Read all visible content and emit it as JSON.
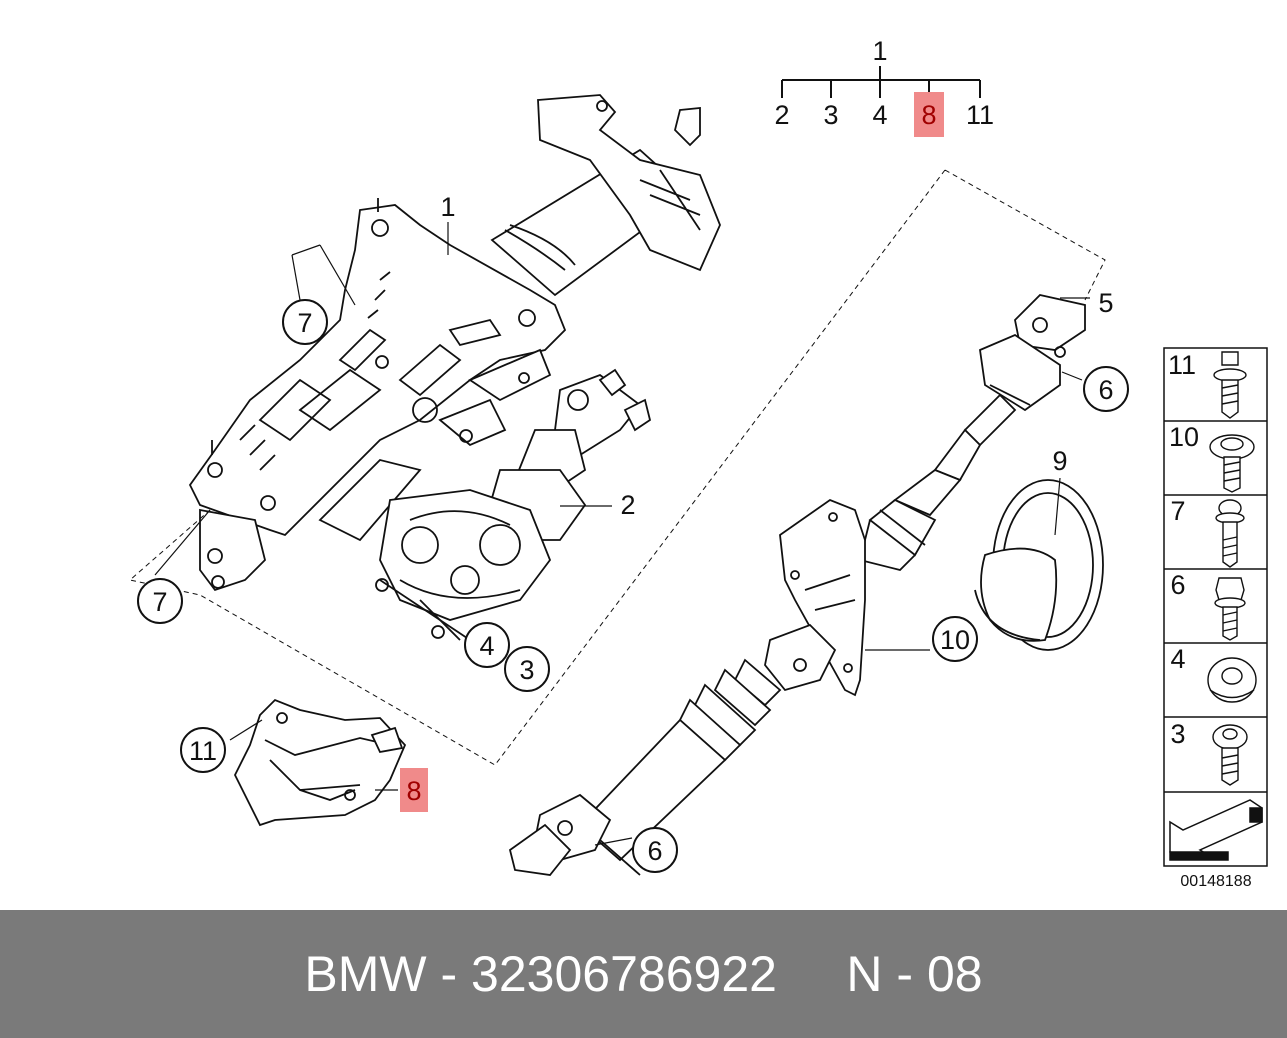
{
  "tree": {
    "root": "1",
    "children": [
      "2",
      "3",
      "4",
      "8",
      "11"
    ],
    "highlighted": "8"
  },
  "callouts": {
    "c1_main": "1",
    "c2": "2",
    "c3": "3",
    "c4": "4",
    "c5": "5",
    "c6_top": "6",
    "c6_bottom": "6",
    "c7_upper": "7",
    "c7_lower": "7",
    "c8": "8",
    "c9": "9",
    "c10": "10",
    "c11": "11"
  },
  "parts_legend": [
    {
      "number": "11",
      "icon": "bolt-with-washer-icon"
    },
    {
      "number": "10",
      "icon": "torx-flange-screw-icon"
    },
    {
      "number": "7",
      "icon": "bolt-icon"
    },
    {
      "number": "6",
      "icon": "hex-bolt-icon"
    },
    {
      "number": "4",
      "icon": "bushing-icon"
    },
    {
      "number": "3",
      "icon": "torx-screw-icon"
    }
  ],
  "diagram_number": "00148188",
  "footer": {
    "brand": "BMW",
    "sep1": " - ",
    "part_number": "32306786922",
    "gap": "     ",
    "code": "N - 08"
  },
  "colors": {
    "highlight_bg": "#f08a8a",
    "highlight_text": "#a00000",
    "footer_bg": "#7a7a7a",
    "footer_text": "#ffffff"
  }
}
